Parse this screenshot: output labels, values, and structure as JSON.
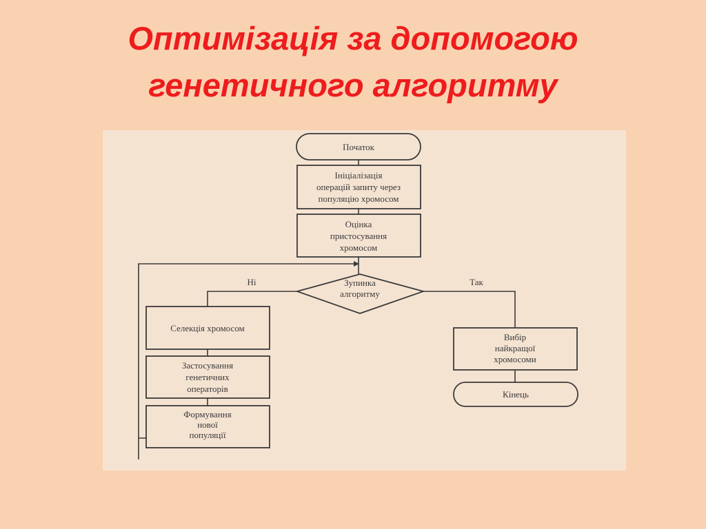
{
  "slide": {
    "title_line1": "Оптимізація за допомогою",
    "title_line2": "генетичного алгоритму"
  },
  "flowchart": {
    "start": "Початок",
    "init": [
      "Ініціалізація",
      "операцій запиту через",
      "популяцію хромосом"
    ],
    "fitness": [
      "Оцінка",
      "пристосування",
      "хромосом"
    ],
    "decision": [
      "Зупинка",
      "алгоритму"
    ],
    "no_label": "Ні",
    "yes_label": "Так",
    "selection": [
      "Селекція хромосом"
    ],
    "operators": [
      "Застосування",
      "генетичних",
      "операторів"
    ],
    "new_population": [
      "Формування",
      "нової",
      "популяції"
    ],
    "best": [
      "Вибір",
      "найкращої",
      "хромосоми"
    ],
    "end": "Кінець"
  },
  "colors": {
    "background": "#f9d2b1",
    "panel": "#f5e3d2",
    "title": "#ee1c1c",
    "stroke": "#3a3a3a"
  }
}
